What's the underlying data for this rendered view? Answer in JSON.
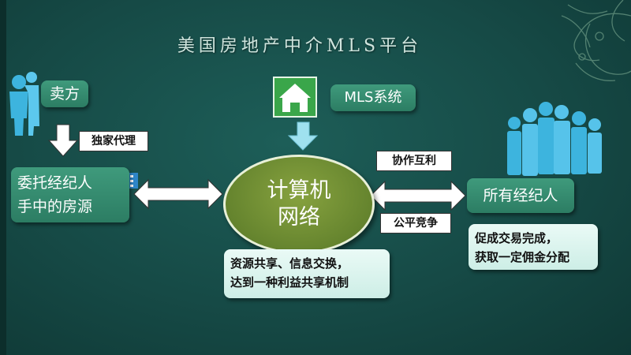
{
  "title": "美国房地产中介MLS平台",
  "nodes": {
    "seller": "卖方",
    "listing_line1": "委托经纪人",
    "listing_line2": "手中的房源",
    "mls": "MLS系统",
    "center_line1": "计算机",
    "center_line2": "网络",
    "brokers": "所有经纪人"
  },
  "labels": {
    "exclusive": "独家代理",
    "mutual": "协作互利",
    "fair": "公平竞争"
  },
  "notes": {
    "share_line1": "资源共享、信息交换，",
    "share_line2": "达到一种利益共享机制",
    "deal_line1": "促成交易完成，",
    "deal_line2": "获取一定佣金分配"
  },
  "colors": {
    "background": "#164a46",
    "node_green": "#2c7d63",
    "center_olive": "#65842e",
    "people_blue": "#3db4de"
  },
  "icons": {
    "seller": "seller-people-icon",
    "brokers": "broker-group-icon",
    "mls": "house-icon",
    "listing": "building-icon"
  }
}
